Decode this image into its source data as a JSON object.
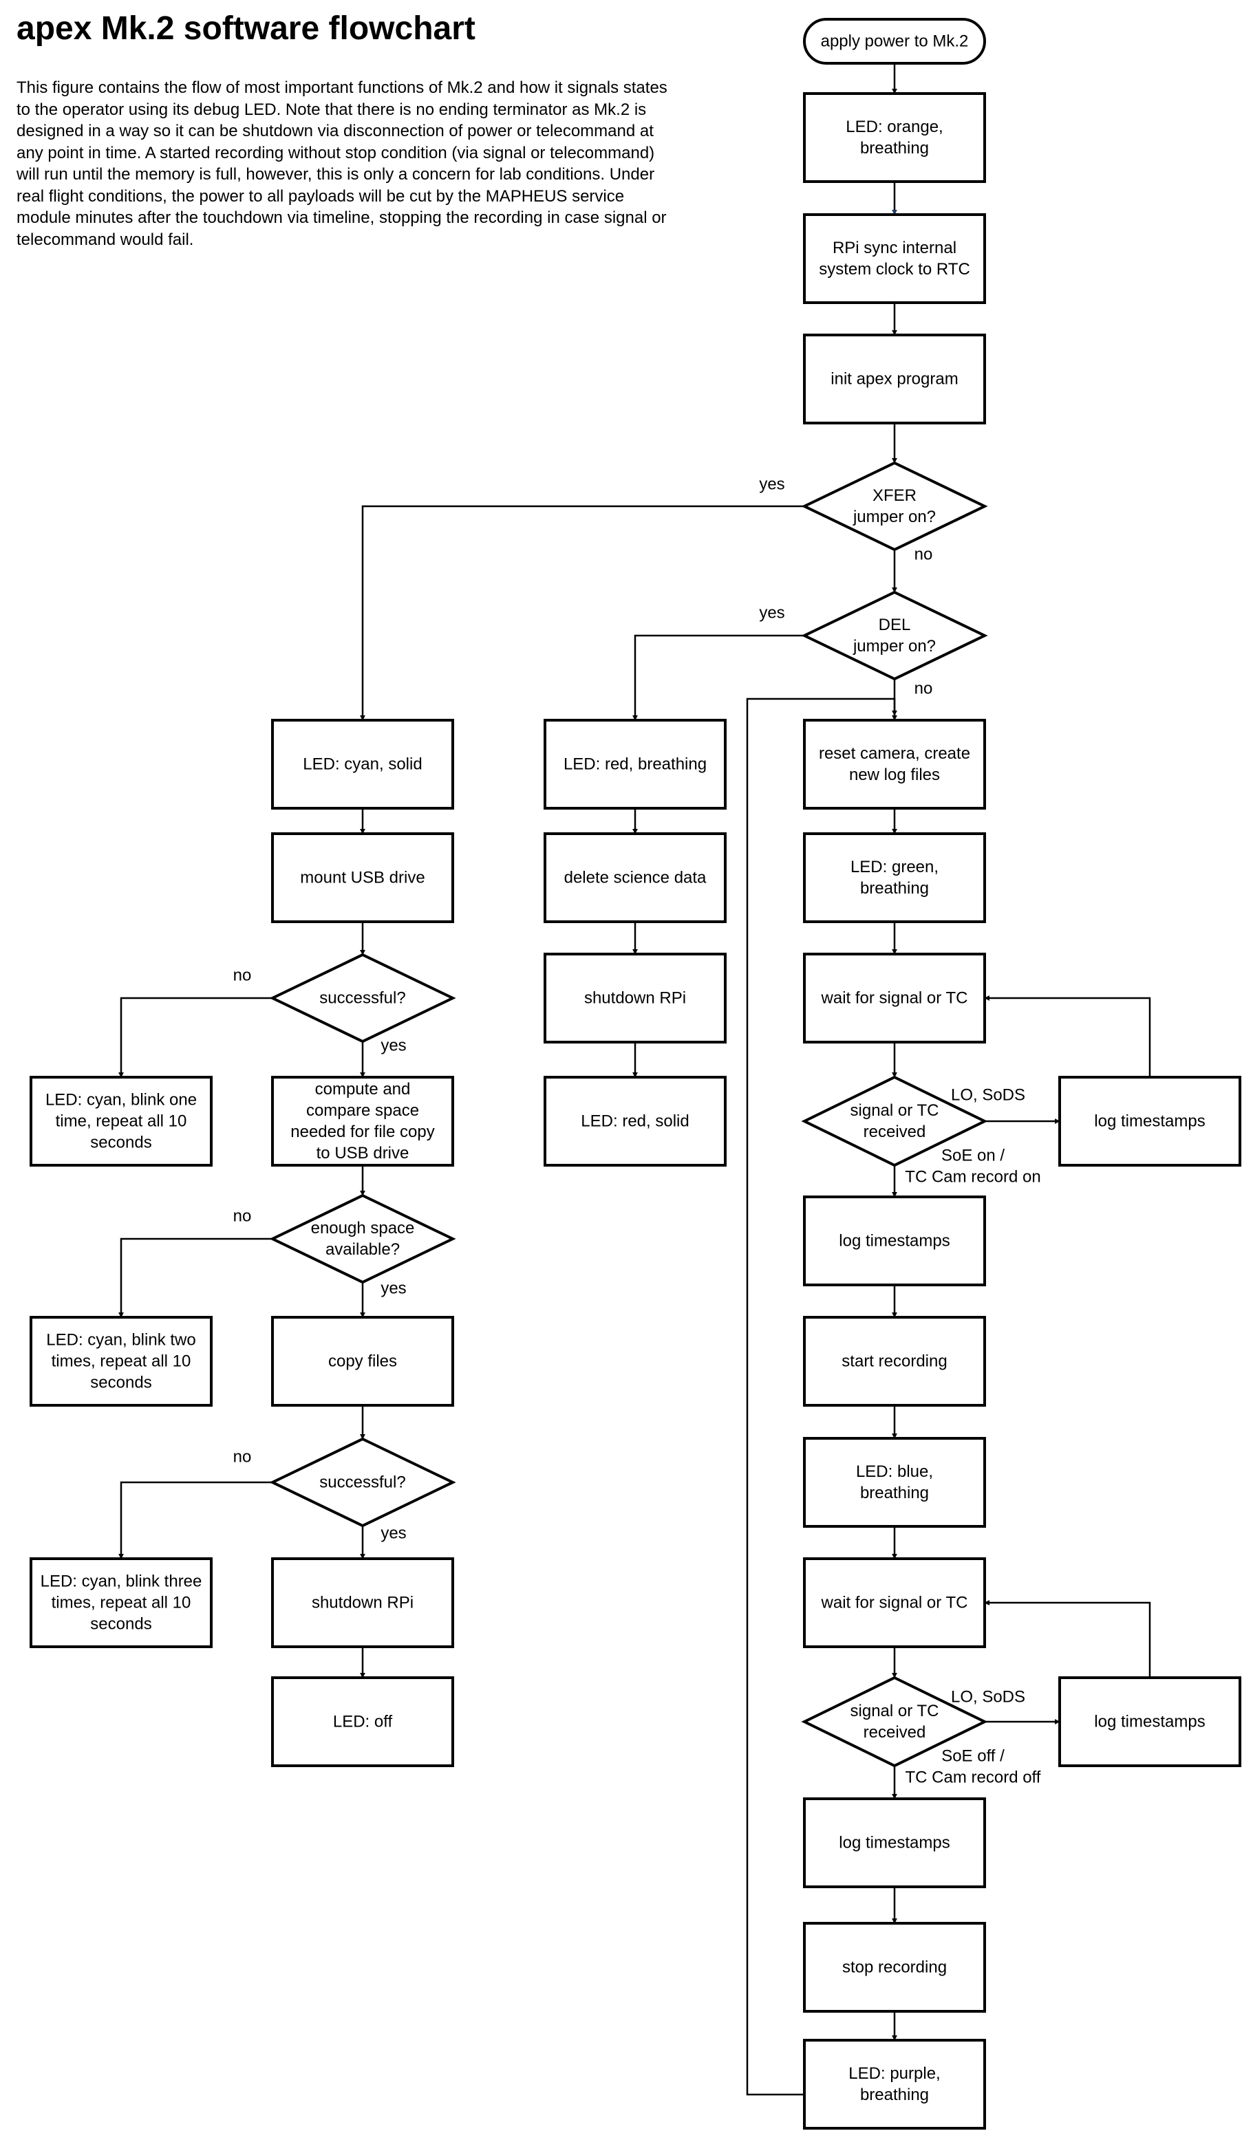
{
  "title": "apex Mk.2 software flowchart",
  "description": "This figure contains the flow of most important functions of Mk.2 and how it signals states to the operator using its debug LED. Note that there is no ending terminator as Mk.2 is designed in a way so it can be shutdown via disconnection of power or telecommand at any point in time. A started recording without stop condition (via signal or telecommand) will run until the memory is full, however, this is only a concern for lab conditions. Under real flight conditions, the power to all payloads will be cut by the MAPHEUS service module minutes after the touchdown via timeline, stopping the recording in case signal or telecommand would fail.",
  "colors": {
    "stroke": "#000000",
    "fill": "#ffffff",
    "accent_arrow": "#1f3f66"
  },
  "nodes": [
    {
      "id": "start",
      "shape": "terminator",
      "lines": [
        "apply power to Mk.2"
      ]
    },
    {
      "id": "led_orange",
      "shape": "process",
      "lines": [
        "LED: orange,",
        "breathing"
      ]
    },
    {
      "id": "rtc_sync",
      "shape": "process",
      "lines": [
        "RPi sync internal",
        "system clock to RTC"
      ]
    },
    {
      "id": "init",
      "shape": "process",
      "lines": [
        "init apex program"
      ]
    },
    {
      "id": "xfer_q",
      "shape": "decision",
      "lines": [
        "XFER",
        "jumper on?"
      ]
    },
    {
      "id": "del_q",
      "shape": "decision",
      "lines": [
        "DEL",
        "jumper on?"
      ]
    },
    {
      "id": "led_cyan_solid",
      "shape": "process",
      "lines": [
        "LED: cyan, solid"
      ]
    },
    {
      "id": "mount_usb",
      "shape": "process",
      "lines": [
        "mount USB drive"
      ]
    },
    {
      "id": "mount_ok_q",
      "shape": "decision",
      "lines": [
        "successful?"
      ]
    },
    {
      "id": "blink_one",
      "shape": "process",
      "lines": [
        "LED: cyan, blink one",
        "time, repeat all 10",
        "seconds"
      ]
    },
    {
      "id": "compute_space",
      "shape": "process",
      "lines": [
        "compute and",
        "compare space",
        "needed for file copy",
        "to USB drive"
      ]
    },
    {
      "id": "space_q",
      "shape": "decision",
      "lines": [
        "enough space",
        "available?"
      ]
    },
    {
      "id": "blink_two",
      "shape": "process",
      "lines": [
        "LED: cyan, blink two",
        "times, repeat all 10",
        "seconds"
      ]
    },
    {
      "id": "copy_files",
      "shape": "process",
      "lines": [
        "copy files"
      ]
    },
    {
      "id": "copy_ok_q",
      "shape": "decision",
      "lines": [
        "successful?"
      ]
    },
    {
      "id": "blink_three",
      "shape": "process",
      "lines": [
        "LED: cyan, blink three",
        "times, repeat all 10",
        "seconds"
      ]
    },
    {
      "id": "shutdown_left",
      "shape": "process",
      "lines": [
        "shutdown RPi"
      ]
    },
    {
      "id": "led_off",
      "shape": "process",
      "lines": [
        "LED: off"
      ]
    },
    {
      "id": "led_red_breath",
      "shape": "process",
      "lines": [
        "LED: red, breathing"
      ]
    },
    {
      "id": "delete_data",
      "shape": "process",
      "lines": [
        "delete science data"
      ]
    },
    {
      "id": "shutdown_mid",
      "shape": "process",
      "lines": [
        "shutdown RPi"
      ]
    },
    {
      "id": "led_red_solid",
      "shape": "process",
      "lines": [
        "LED: red, solid"
      ]
    },
    {
      "id": "reset_cam",
      "shape": "process",
      "lines": [
        "reset camera, create",
        "new log files"
      ]
    },
    {
      "id": "led_green",
      "shape": "process",
      "lines": [
        "LED: green,",
        "breathing"
      ]
    },
    {
      "id": "wait1",
      "shape": "process",
      "lines": [
        "wait for signal or TC"
      ]
    },
    {
      "id": "sig1_q",
      "shape": "decision",
      "lines": [
        "signal or TC",
        "received"
      ]
    },
    {
      "id": "log_side1",
      "shape": "process",
      "lines": [
        "log timestamps"
      ]
    },
    {
      "id": "log1",
      "shape": "process",
      "lines": [
        "log timestamps"
      ]
    },
    {
      "id": "start_rec",
      "shape": "process",
      "lines": [
        "start recording"
      ]
    },
    {
      "id": "led_blue",
      "shape": "process",
      "lines": [
        "LED: blue,",
        "breathing"
      ]
    },
    {
      "id": "wait2",
      "shape": "process",
      "lines": [
        "wait for signal or TC"
      ]
    },
    {
      "id": "sig2_q",
      "shape": "decision",
      "lines": [
        "signal or TC",
        "received"
      ]
    },
    {
      "id": "log_side2",
      "shape": "process",
      "lines": [
        "log timestamps"
      ]
    },
    {
      "id": "log2",
      "shape": "process",
      "lines": [
        "log timestamps"
      ]
    },
    {
      "id": "stop_rec",
      "shape": "process",
      "lines": [
        "stop recording"
      ]
    },
    {
      "id": "led_purple",
      "shape": "process",
      "lines": [
        "LED: purple,",
        "breathing"
      ]
    }
  ],
  "edges": [
    {
      "from": "start",
      "to": "led_orange"
    },
    {
      "from": "led_orange",
      "to": "rtc_sync",
      "color": "accent"
    },
    {
      "from": "rtc_sync",
      "to": "init"
    },
    {
      "from": "init",
      "to": "xfer_q"
    },
    {
      "from": "xfer_q",
      "to": "led_cyan_solid",
      "label": "yes"
    },
    {
      "from": "xfer_q",
      "to": "del_q",
      "label": "no"
    },
    {
      "from": "del_q",
      "to": "led_red_breath",
      "label": "yes"
    },
    {
      "from": "del_q",
      "to": "reset_cam",
      "label": "no"
    },
    {
      "from": "led_cyan_solid",
      "to": "mount_usb"
    },
    {
      "from": "mount_usb",
      "to": "mount_ok_q"
    },
    {
      "from": "mount_ok_q",
      "to": "blink_one",
      "label": "no"
    },
    {
      "from": "mount_ok_q",
      "to": "compute_space",
      "label": "yes"
    },
    {
      "from": "compute_space",
      "to": "space_q"
    },
    {
      "from": "space_q",
      "to": "blink_two",
      "label": "no"
    },
    {
      "from": "space_q",
      "to": "copy_files",
      "label": "yes"
    },
    {
      "from": "copy_files",
      "to": "copy_ok_q"
    },
    {
      "from": "copy_ok_q",
      "to": "blink_three",
      "label": "no"
    },
    {
      "from": "copy_ok_q",
      "to": "shutdown_left",
      "label": "yes"
    },
    {
      "from": "shutdown_left",
      "to": "led_off"
    },
    {
      "from": "led_red_breath",
      "to": "delete_data"
    },
    {
      "from": "delete_data",
      "to": "shutdown_mid"
    },
    {
      "from": "shutdown_mid",
      "to": "led_red_solid"
    },
    {
      "from": "reset_cam",
      "to": "led_green"
    },
    {
      "from": "led_green",
      "to": "wait1"
    },
    {
      "from": "wait1",
      "to": "sig1_q"
    },
    {
      "from": "sig1_q",
      "to": "log_side1",
      "label": "LO, SoDS"
    },
    {
      "from": "log_side1",
      "to": "wait1"
    },
    {
      "from": "sig1_q",
      "to": "log1",
      "label": "SoE on /\nTC Cam record on"
    },
    {
      "from": "log1",
      "to": "start_rec"
    },
    {
      "from": "start_rec",
      "to": "led_blue"
    },
    {
      "from": "led_blue",
      "to": "wait2"
    },
    {
      "from": "wait2",
      "to": "sig2_q"
    },
    {
      "from": "sig2_q",
      "to": "log_side2",
      "label": "LO, SoDS"
    },
    {
      "from": "log_side2",
      "to": "wait2"
    },
    {
      "from": "sig2_q",
      "to": "log2",
      "label": "SoE off /\nTC Cam record off"
    },
    {
      "from": "log2",
      "to": "stop_rec"
    },
    {
      "from": "stop_rec",
      "to": "led_purple"
    },
    {
      "from": "led_purple",
      "to": "reset_cam"
    }
  ]
}
